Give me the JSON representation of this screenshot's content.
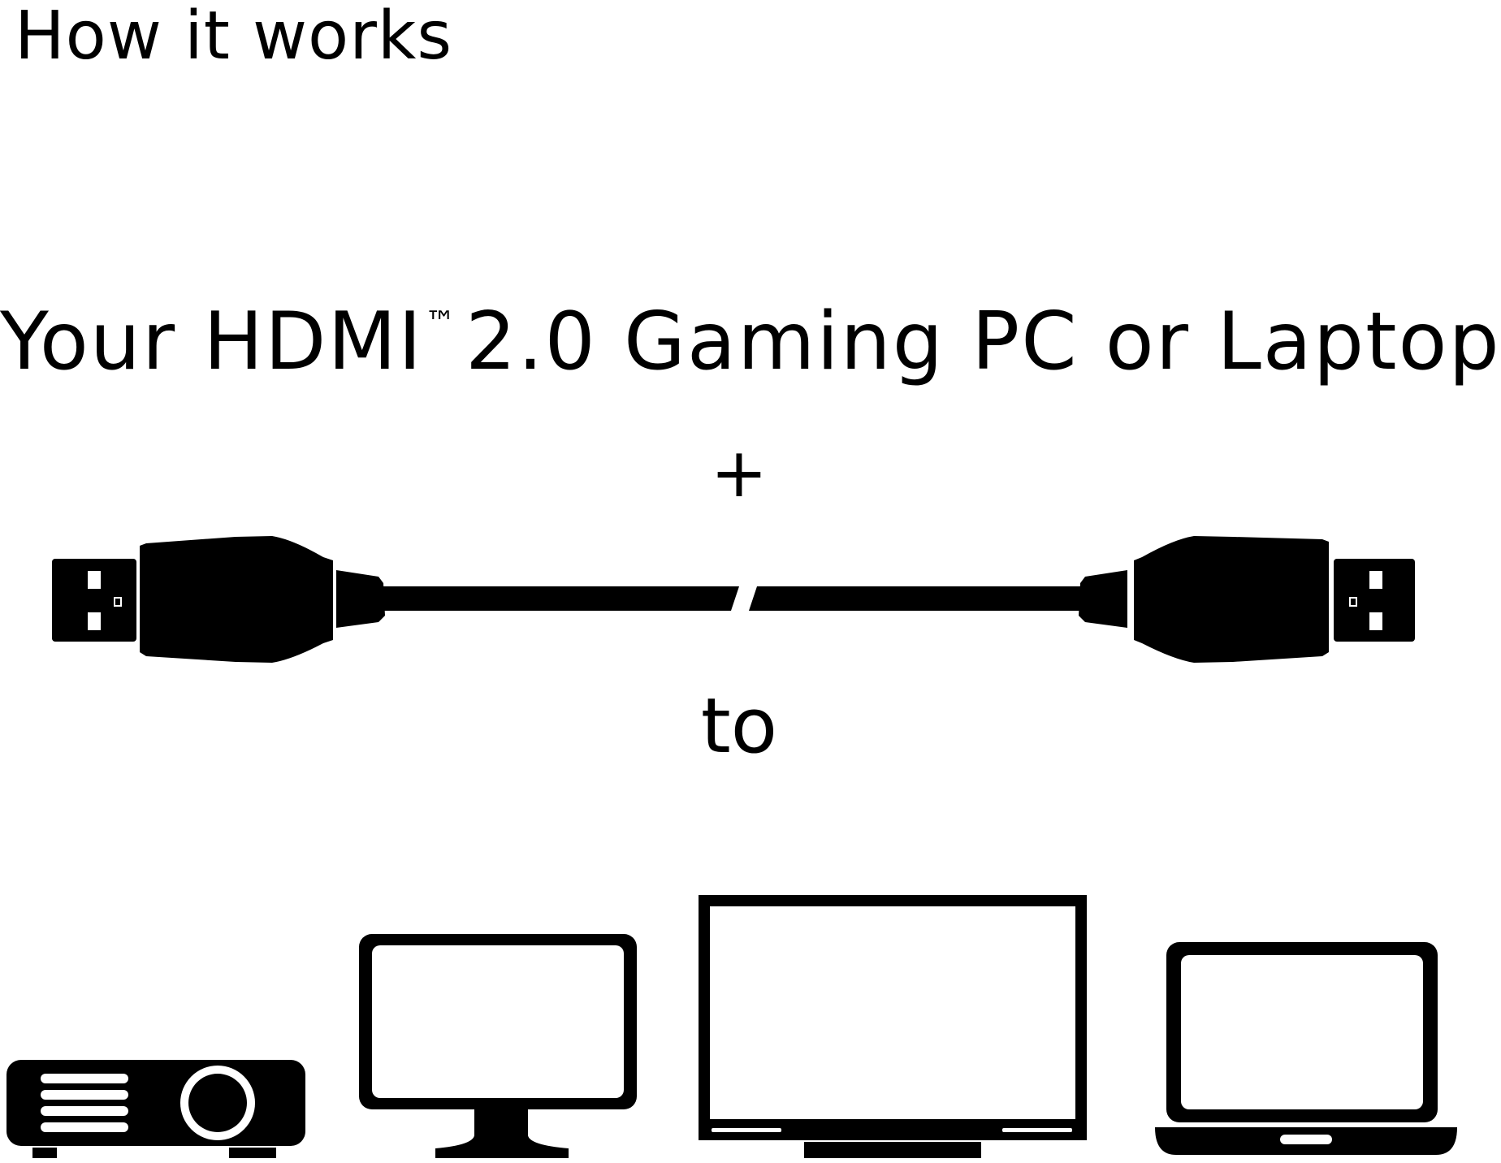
{
  "heading": "How it works",
  "headline": {
    "text": "Your HDMI",
    "trademark": "™",
    "rest": "2.0 Gaming PC or Laptop"
  },
  "connector_plus": "+",
  "connector_to": "to",
  "icons": {
    "cable": "hdmi-cable-icon",
    "devices": [
      "projector-icon",
      "monitor-icon",
      "tv-icon",
      "laptop-icon"
    ]
  },
  "colors": {
    "foreground": "#000000",
    "background": "#ffffff"
  }
}
